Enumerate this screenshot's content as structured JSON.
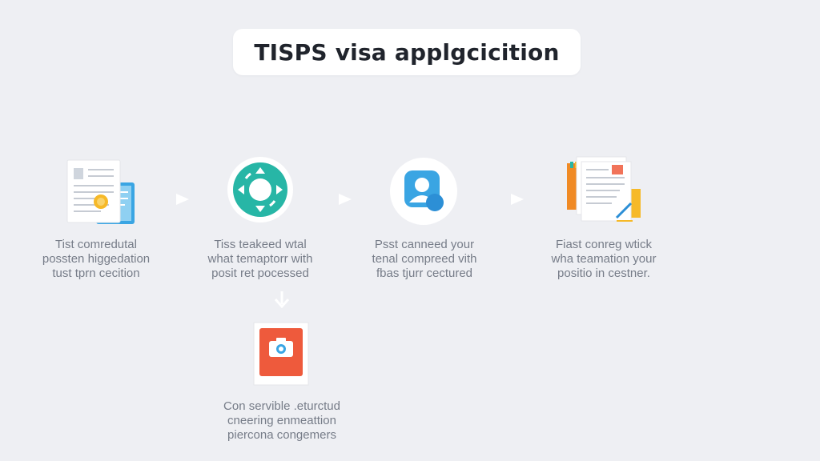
{
  "title": "TISPS visa applgcicition",
  "steps": [
    {
      "icon": "document-stack-icon",
      "lines": [
        "Tist comredutal",
        "possten higgedation",
        "tust tprn cecition"
      ]
    },
    {
      "icon": "circular-hub-icon",
      "lines": [
        "Tiss teakeed wtal",
        "what temaptorr with",
        "posit ret pocessed"
      ]
    },
    {
      "icon": "user-profile-icon",
      "lines": [
        "Psst canneed your",
        "tenal compreed vith",
        "fbas tjurr cectured"
      ]
    },
    {
      "icon": "documents-pen-icon",
      "lines": [
        "Fiast conreg wtick",
        "wha teamation your",
        "positio in cestner."
      ]
    },
    {
      "icon": "camera-card-icon",
      "lines": [
        "Con servible .eturctud",
        "cneering enmeattion",
        "piercona congemers"
      ]
    }
  ],
  "colors": {
    "background": "#eeeff3",
    "title_card": "#ffffff",
    "teal": "#27b6a6",
    "blue": "#3aa5e3",
    "orange": "#f08a24",
    "red": "#ee5a3c",
    "caption_text": "#767c88",
    "arrow": "#ffffff"
  }
}
